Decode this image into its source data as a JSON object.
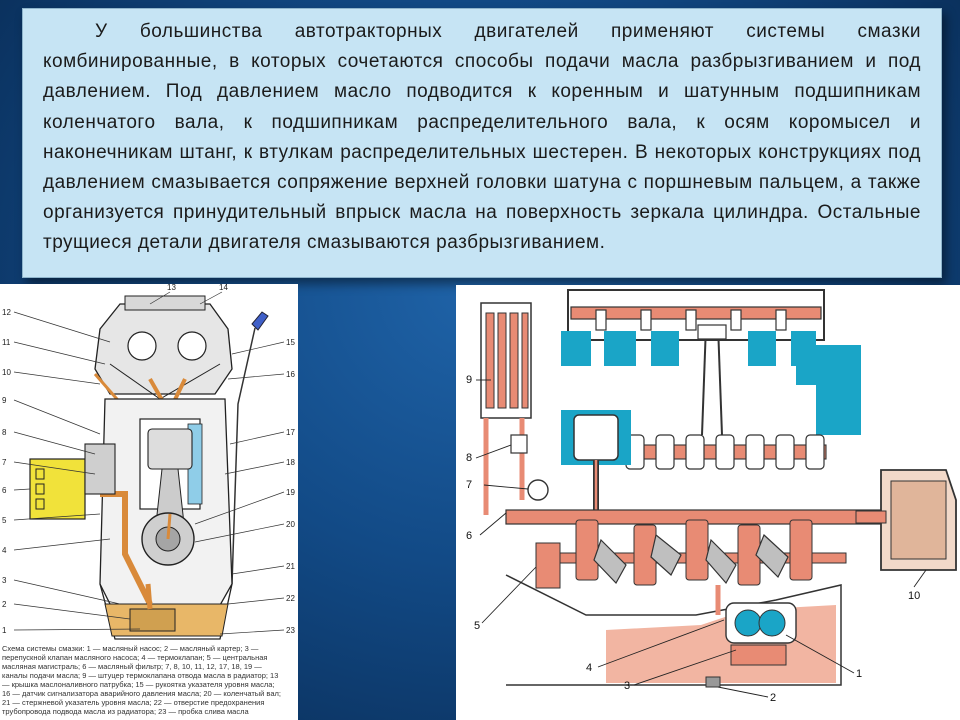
{
  "paragraph": "У большинства автотракторных двигателей применяют системы смазки комбинированные, в которых сочетаются способы подачи масла разбрызгиванием и под давлением. Под давлением масло подводится к коренным и шатунным подшипникам коленчатого вала, к подшипникам распределительного вала, к осям коромысел и наконечникам штанг, к втулкам распределительных шестерен. В некоторых конструкциях под давлением смазывается сопряжение верхней головки шатуна с поршневым пальцем, а также организуется принудительный впрыск масла на поверхность зеркала цилиндра. Остальные трущиеся детали двигателя смазываются разбрызгиванием.",
  "left_figure": {
    "top_labels": [
      "13",
      "14"
    ],
    "left_labels": [
      "12",
      "11",
      "10",
      "9",
      "8",
      "7",
      "6",
      "5",
      "4",
      "3",
      "2",
      "1"
    ],
    "right_labels": [
      "15",
      "16",
      "17",
      "18",
      "19",
      "20",
      "21",
      "22",
      "23"
    ],
    "caption_lines": [
      "Схема системы смазки: 1 — масляный насос; 2 — масляный картер; 3 —",
      "перепускной клапан масляного насоса; 4 — термоклапан; 5 — центральная",
      "масляная магистраль; 6 — масляный фильтр; 7, 8, 10, 11, 12, 17, 18, 19 —",
      "каналы подачи масла; 9 — штуцер термоклапана отвода масла в радиатор; 13",
      "— крышка маслоналивного патрубка; 15 — рукоятка указателя уровня масла;",
      "16 — датчик сигнализатора аварийного давления масла; 20 — коленчатый вал;",
      "21 — стержневой указатель уровня масла; 22 — отверстие предохранения",
      "трубопровода подвода масла из радиатора; 23 — пробка слива масла"
    ]
  },
  "right_figure": {
    "labels": [
      "9",
      "8",
      "7",
      "6",
      "5",
      "4",
      "3",
      "2",
      "1",
      "10"
    ]
  },
  "colors": {
    "oil": "#e88b74",
    "oil_dark": "#c9553e",
    "component": "#1aa5c7",
    "housing": "#3a3a3a",
    "filter_yellow": "#f1e23a"
  }
}
